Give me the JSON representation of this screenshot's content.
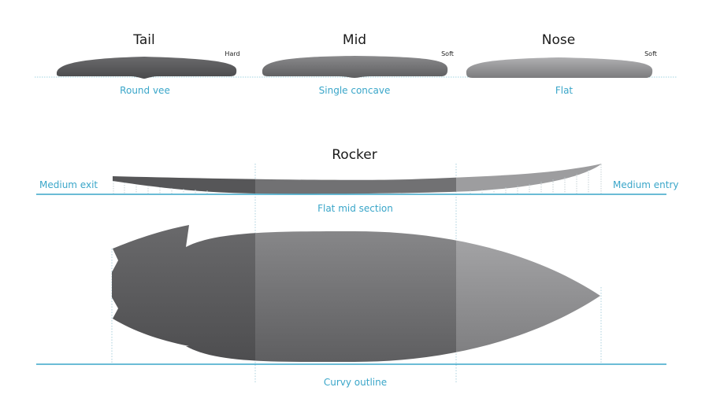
{
  "bottom_contours": {
    "tail": {
      "title": "Tail",
      "rail": "Hard",
      "caption": "Round vee"
    },
    "mid": {
      "title": "Mid",
      "rail": "Soft",
      "caption": "Single concave"
    },
    "nose": {
      "title": "Nose",
      "rail": "Soft",
      "caption": "Flat"
    }
  },
  "rocker": {
    "title": "Rocker",
    "left_label": "Medium exit",
    "right_label": "Medium entry",
    "mid_label": "Flat mid section"
  },
  "outline": {
    "caption": "Curvy outline"
  },
  "colors": {
    "accent": "#3aa6c9",
    "dark": "#505052",
    "mid": "#6e6e70",
    "light": "#9c9c9e"
  }
}
